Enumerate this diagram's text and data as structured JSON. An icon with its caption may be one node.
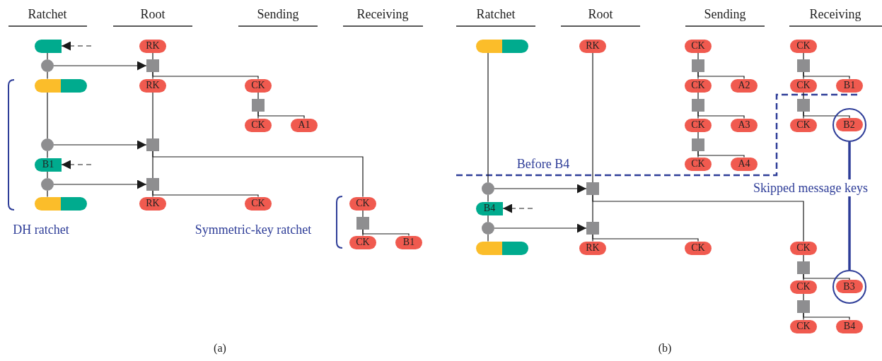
{
  "diagram": {
    "nodes": [
      {
        "text": [],
        "shape": "tag"
      },
      {
        "text": [],
        "shape": "circle"
      },
      {
        "text": [],
        "shape": "pill"
      },
      {
        "text": [],
        "shape": "circle"
      },
      {
        "text": [
          "B1"
        ]
      },
      {
        "text": [],
        "shape": "circle"
      },
      {
        "text": [],
        "shape": "pill"
      },
      {
        "text": [
          "RK"
        ]
      },
      {
        "text": [],
        "shape": "box"
      },
      {
        "text": [
          "RK"
        ]
      },
      {
        "text": [],
        "shape": "box"
      },
      {
        "text": [],
        "shape": "box"
      },
      {
        "text": [
          "RK"
        ]
      },
      {
        "text": [
          "CK"
        ]
      },
      {
        "text": [],
        "shape": "box"
      },
      {
        "text": [
          "CK"
        ]
      },
      {
        "text": [
          "A1"
        ]
      },
      {
        "text": [
          "CK"
        ]
      },
      {
        "text": [
          "CK"
        ]
      },
      {
        "text": [],
        "shape": "box"
      },
      {
        "text": [
          "CK"
        ]
      },
      {
        "text": [
          "B1"
        ]
      },
      {
        "text": [],
        "shape": "pill"
      },
      {
        "text": [],
        "shape": "circle"
      },
      {
        "text": [
          "B4"
        ]
      },
      {
        "text": [],
        "shape": "circle"
      },
      {
        "text": [],
        "shape": "pill"
      },
      {
        "text": [
          "RK"
        ]
      },
      {
        "text": [],
        "shape": "box"
      },
      {
        "text": [],
        "shape": "box"
      },
      {
        "text": [
          "RK"
        ]
      },
      {
        "text": [
          "CK"
        ]
      },
      {
        "text": [],
        "shape": "box"
      },
      {
        "text": [
          "CK"
        ]
      },
      {
        "text": [
          "A2"
        ]
      },
      {
        "text": [],
        "shape": "box"
      },
      {
        "text": [
          "CK"
        ]
      },
      {
        "text": [
          "A3"
        ]
      },
      {
        "text": [],
        "shape": "box"
      },
      {
        "text": [
          "CK"
        ]
      },
      {
        "text": [
          "A4"
        ]
      },
      {
        "text": [
          "CK"
        ]
      },
      {
        "text": [
          "CK"
        ]
      },
      {
        "text": [],
        "shape": "box"
      },
      {
        "text": [
          "CK"
        ]
      },
      {
        "text": [
          "B1"
        ]
      },
      {
        "text": [],
        "shape": "box"
      },
      {
        "text": [
          "CK"
        ]
      },
      {
        "text": [],
        "shape": "circle"
      },
      {
        "text": [
          "B2"
        ],
        "in": 48
      },
      {
        "text": [
          "Skipped message keys"
        ]
      },
      {
        "text": [
          "CK"
        ]
      },
      {
        "text": [],
        "shape": "box"
      },
      {
        "text": [
          "CK"
        ]
      },
      {
        "text": [],
        "shape": "circle"
      },
      {
        "text": [
          "B3"
        ],
        "in": 54
      },
      {
        "text": [],
        "shape": "box"
      },
      {
        "text": [
          "CK"
        ]
      },
      {
        "text": [
          "B4"
        ]
      }
    ],
    "edges": [
      {
        "from": null,
        "to": 0,
        "arrow": "to",
        "style": "dashed"
      },
      {
        "from": 0,
        "to": 1,
        "arrow": "none"
      },
      {
        "from": 1,
        "to": 2,
        "arrow": "none"
      },
      {
        "from": 1,
        "to": 8,
        "arrow": "to"
      },
      {
        "from": 7,
        "to": 8,
        "arrow": "none"
      },
      {
        "from": 8,
        "to": 9,
        "arrow": "none"
      },
      {
        "from": 8,
        "to": 13,
        "arrow": "none"
      },
      {
        "from": 13,
        "to": 14,
        "arrow": "none"
      },
      {
        "from": 14,
        "to": 15,
        "arrow": "none"
      },
      {
        "from": 14,
        "to": 16,
        "arrow": "none"
      },
      {
        "from": 2,
        "to": 3,
        "arrow": "none"
      },
      {
        "from": 3,
        "to": 4,
        "arrow": "none"
      },
      {
        "from": 3,
        "to": 10,
        "arrow": "to"
      },
      {
        "from": null,
        "to": 4,
        "arrow": "to",
        "style": "dashed"
      },
      {
        "from": 4,
        "to": 5,
        "arrow": "none"
      },
      {
        "from": 5,
        "to": 6,
        "arrow": "none"
      },
      {
        "from": 5,
        "to": 11,
        "arrow": "to"
      },
      {
        "from": 9,
        "to": 10,
        "arrow": "none"
      },
      {
        "from": 10,
        "to": 11,
        "arrow": "none"
      },
      {
        "from": 10,
        "to": 18,
        "arrow": "none"
      },
      {
        "from": 11,
        "to": 12,
        "arrow": "none"
      },
      {
        "from": 11,
        "to": 17,
        "arrow": "none"
      },
      {
        "from": 18,
        "to": 19,
        "arrow": "none"
      },
      {
        "from": 19,
        "to": 20,
        "arrow": "none"
      },
      {
        "from": 19,
        "to": 21,
        "arrow": "none"
      },
      {
        "from": null,
        "to": 24,
        "arrow": "to",
        "style": "dashed"
      },
      {
        "from": 22,
        "to": 23,
        "arrow": "none"
      },
      {
        "from": 23,
        "to": 24,
        "arrow": "none"
      },
      {
        "from": 24,
        "to": 25,
        "arrow": "none"
      },
      {
        "from": 25,
        "to": 26,
        "arrow": "none"
      },
      {
        "from": 23,
        "to": 28,
        "arrow": "to"
      },
      {
        "from": 25,
        "to": 29,
        "arrow": "to"
      },
      {
        "from": 27,
        "to": 28,
        "arrow": "none"
      },
      {
        "from": 28,
        "to": 29,
        "arrow": "none"
      },
      {
        "from": 29,
        "to": 30,
        "arrow": "none"
      },
      {
        "from": 28,
        "to": 51,
        "arrow": "none"
      },
      {
        "from": 29,
        "to": 41,
        "arrow": "none"
      },
      {
        "from": 31,
        "to": 32,
        "arrow": "none"
      },
      {
        "from": 32,
        "to": 33,
        "arrow": "none"
      },
      {
        "from": 32,
        "to": 34,
        "arrow": "none"
      },
      {
        "from": 33,
        "to": 35,
        "arrow": "none"
      },
      {
        "from": 35,
        "to": 36,
        "arrow": "none"
      },
      {
        "from": 35,
        "to": 37,
        "arrow": "none"
      },
      {
        "from": 36,
        "to": 38,
        "arrow": "none"
      },
      {
        "from": 38,
        "to": 39,
        "arrow": "none"
      },
      {
        "from": 38,
        "to": 40,
        "arrow": "none"
      },
      {
        "from": 42,
        "to": 43,
        "arrow": "none"
      },
      {
        "from": 43,
        "to": 44,
        "arrow": "none"
      },
      {
        "from": 43,
        "to": 45,
        "arrow": "none"
      },
      {
        "from": 44,
        "to": 46,
        "arrow": "none"
      },
      {
        "from": 46,
        "to": 47,
        "arrow": "none"
      },
      {
        "from": 46,
        "to": 49,
        "arrow": "none"
      },
      {
        "from": 48,
        "to": 50,
        "arrow": "none",
        "style": "thick",
        "color": "#2e3d98"
      },
      {
        "from": 50,
        "to": 54,
        "arrow": "none",
        "style": "thick",
        "color": "#2e3d98"
      },
      {
        "from": 51,
        "to": 52,
        "arrow": "none"
      },
      {
        "from": 52,
        "to": 53,
        "arrow": "none"
      },
      {
        "from": 52,
        "to": 55,
        "arrow": "none"
      },
      {
        "from": 53,
        "to": 56,
        "arrow": "none"
      },
      {
        "from": 56,
        "to": 57,
        "arrow": "none"
      },
      {
        "from": 56,
        "to": 58,
        "arrow": "none"
      }
    ],
    "labels": [
      "Ratchet",
      "Root",
      "Sending",
      "Receiving",
      "Ratchet",
      "Root",
      "Sending",
      "Receiving",
      "DH ratchet",
      "Symmetric-key ratchet",
      "Before B4",
      "(a)",
      "(b)"
    ]
  }
}
